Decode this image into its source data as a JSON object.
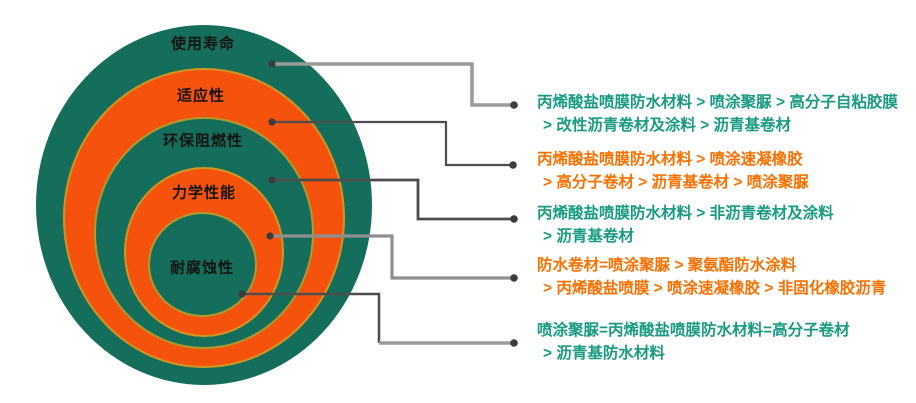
{
  "diagram_title": "",
  "colors": {
    "ring_green": "#156E5B",
    "ring_orange": "#F5530D",
    "ring_border_gold": "#C9A227",
    "ring_label_black": "#141414",
    "annotation_green": "#189B82",
    "annotation_orange": "#FB7000",
    "connector_light_gray": "#9B9B9B",
    "connector_dark_gray": "#4D4D4D",
    "background": "#FFFFFF"
  },
  "rings": [
    {
      "label": "使用寿命",
      "color_name": "green"
    },
    {
      "label": "适应性",
      "color_name": "orange"
    },
    {
      "label": "环保阻燃性",
      "color_name": "green"
    },
    {
      "label": "力学性能",
      "color_name": "orange"
    },
    {
      "label": "耐腐蚀性",
      "color_name": "green"
    }
  ],
  "annotations": [
    {
      "ring": "使用寿命",
      "color_name": "green",
      "lines": [
        "丙烯酸盐喷膜防水材料 > 喷涂聚脲 > 高分子自粘胶膜",
        "> 改性沥青卷材及涂料 > 沥青基卷材"
      ]
    },
    {
      "ring": "适应性",
      "color_name": "orange",
      "lines": [
        "丙烯酸盐喷膜防水材料 > 喷涂速凝橡胶",
        "> 高分子卷材 > 沥青基卷材 > 喷涂聚脲"
      ]
    },
    {
      "ring": "环保阻燃性",
      "color_name": "green",
      "lines": [
        "丙烯酸盐喷膜防水材料 > 非沥青卷材及涂料",
        "> 沥青基卷材"
      ]
    },
    {
      "ring": "力学性能",
      "color_name": "orange",
      "lines": [
        "防水卷材=喷涂聚脲 > 聚氨酯防水涂料",
        "> 丙烯酸盐喷膜 > 喷涂速凝橡胶 > 非固化橡胶沥青"
      ]
    },
    {
      "ring": "耐腐蚀性",
      "color_name": "green",
      "lines": [
        "喷涂聚脲=丙烯酸盐喷膜防水材料=高分子卷材",
        "> 沥青基防水材料"
      ]
    }
  ]
}
